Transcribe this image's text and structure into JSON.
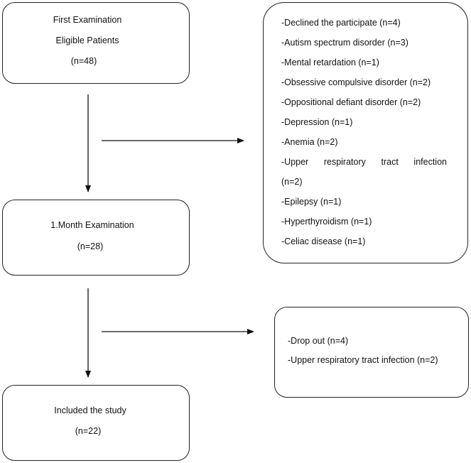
{
  "diagram": {
    "box1": {
      "lines": [
        "First Examination",
        "Eligible Patients",
        "(n=48)"
      ]
    },
    "box2": {
      "lines": [
        "1.Month Examination",
        "(n=28)"
      ]
    },
    "box3": {
      "lines": [
        "Included the study",
        "(n=22)"
      ]
    },
    "exclusions1": {
      "lines": [
        "-Declined the participate (n=4)",
        "-Autism spectrum disorder (n=3)",
        "-Mental retardation (n=1)",
        "-Obsessive compulsive disorder (n=2)",
        "-Oppositional defiant disorder (n=2)",
        "-Depression (n=1)",
        "-Anemia (n=2)",
        "-Upper respiratory tract infection",
        "(n=2)",
        "-Epilepsy (n=1)",
        "-Hyperthyroidism (n=1)",
        "-Celiac disease (n=1)"
      ]
    },
    "exclusions2": {
      "lines": [
        "-Drop out (n=4)",
        "-Upper respiratory tract infection (n=2)"
      ]
    }
  }
}
